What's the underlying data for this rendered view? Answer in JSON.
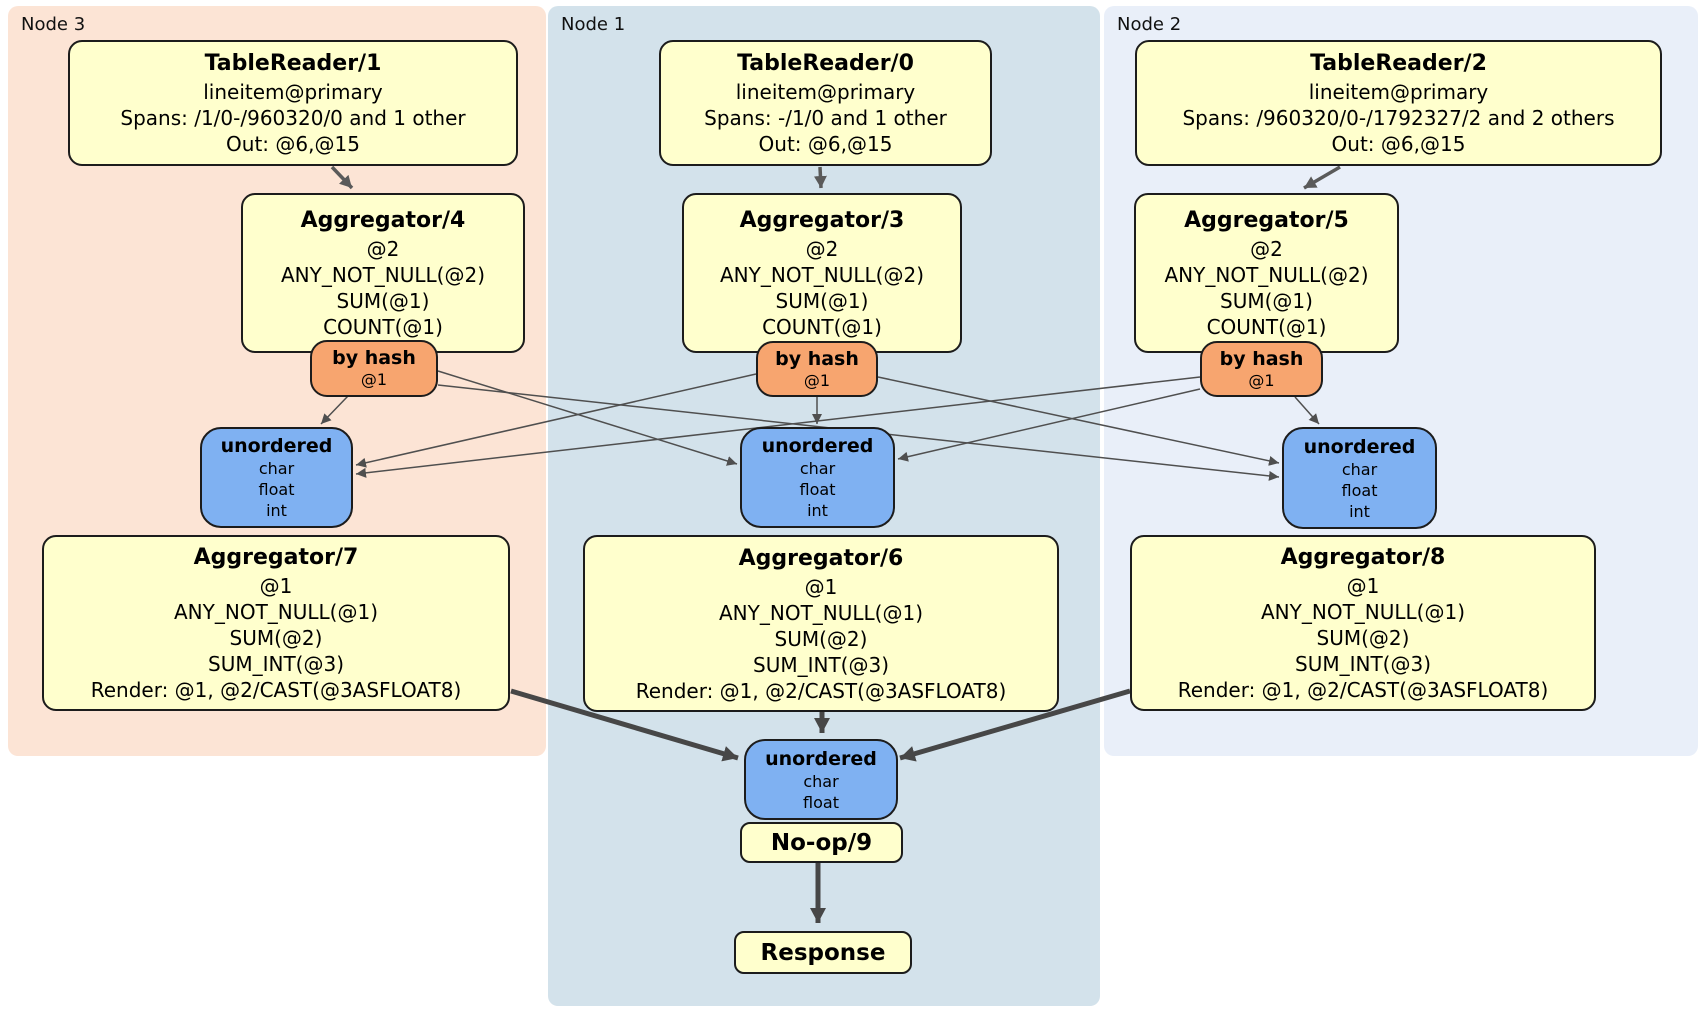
{
  "diagram": {
    "title": "distributed SQL plan diagram",
    "colors": {
      "node3_bg": "#fce4d5",
      "node1_bg": "#d3e2eb",
      "node2_bg": "#e9eff9",
      "processor_fill": "#ffffcd",
      "router_fill": "#f7a56f",
      "sync_fill": "#7fb1f2",
      "edge": "#4f4f4f"
    },
    "nodes": [
      {
        "label": "Node 3",
        "tableReader": {
          "title": "TableReader/1",
          "lines": [
            "lineitem@primary",
            "Spans: /1/0-/960320/0 and 1 other",
            "Out: @6,@15"
          ]
        },
        "aggTop": {
          "title": "Aggregator/4",
          "lines": [
            "@2",
            "ANY_NOT_NULL(@2)",
            "SUM(@1)",
            "COUNT(@1)"
          ]
        },
        "router": {
          "title": "by hash",
          "detail": "@1"
        },
        "sync": {
          "title": "unordered",
          "lines": [
            "char",
            "float",
            "int"
          ]
        },
        "aggBottom": {
          "title": "Aggregator/7",
          "lines": [
            "@1",
            "ANY_NOT_NULL(@1)",
            "SUM(@2)",
            "SUM_INT(@3)",
            "Render: @1, @2/CAST(@3ASFLOAT8)"
          ]
        }
      },
      {
        "label": "Node 1",
        "tableReader": {
          "title": "TableReader/0",
          "lines": [
            "lineitem@primary",
            "Spans: -/1/0 and 1 other",
            "Out: @6,@15"
          ]
        },
        "aggTop": {
          "title": "Aggregator/3",
          "lines": [
            "@2",
            "ANY_NOT_NULL(@2)",
            "SUM(@1)",
            "COUNT(@1)"
          ]
        },
        "router": {
          "title": "by hash",
          "detail": "@1"
        },
        "sync": {
          "title": "unordered",
          "lines": [
            "char",
            "float",
            "int"
          ]
        },
        "aggBottom": {
          "title": "Aggregator/6",
          "lines": [
            "@1",
            "ANY_NOT_NULL(@1)",
            "SUM(@2)",
            "SUM_INT(@3)",
            "Render: @1, @2/CAST(@3ASFLOAT8)"
          ]
        }
      },
      {
        "label": "Node 2",
        "tableReader": {
          "title": "TableReader/2",
          "lines": [
            "lineitem@primary",
            "Spans: /960320/0-/1792327/2 and 2 others",
            "Out: @6,@15"
          ]
        },
        "aggTop": {
          "title": "Aggregator/5",
          "lines": [
            "@2",
            "ANY_NOT_NULL(@2)",
            "SUM(@1)",
            "COUNT(@1)"
          ]
        },
        "router": {
          "title": "by hash",
          "detail": "@1"
        },
        "sync": {
          "title": "unordered",
          "lines": [
            "char",
            "float",
            "int"
          ]
        },
        "aggBottom": {
          "title": "Aggregator/8",
          "lines": [
            "@1",
            "ANY_NOT_NULL(@1)",
            "SUM(@2)",
            "SUM_INT(@3)",
            "Render: @1, @2/CAST(@3ASFLOAT8)"
          ]
        }
      }
    ],
    "finalSync": {
      "title": "unordered",
      "lines": [
        "char",
        "float"
      ]
    },
    "noop": {
      "title": "No-op/9"
    },
    "response": {
      "title": "Response"
    }
  }
}
